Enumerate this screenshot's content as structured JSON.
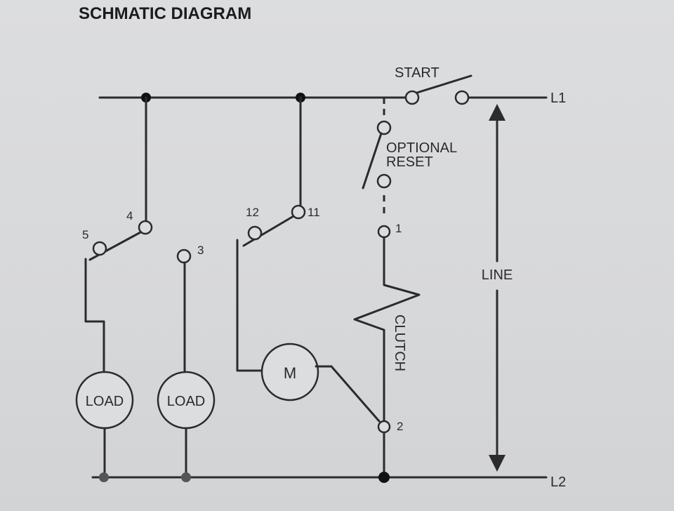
{
  "title": "SCHMATIC DIAGRAM",
  "lines": {
    "l1": "L1",
    "l2": "L2",
    "line": "LINE"
  },
  "switches": {
    "start": "START",
    "optional": "OPTIONAL",
    "reset": "RESET"
  },
  "terminals": {
    "t1": "1",
    "t2": "2",
    "t3": "3",
    "t4": "4",
    "t5": "5",
    "t11": "11",
    "t12": "12"
  },
  "devices": {
    "load_a": "LOAD",
    "load_b": "LOAD",
    "motor": "M",
    "clutch": "CLUTCH"
  }
}
